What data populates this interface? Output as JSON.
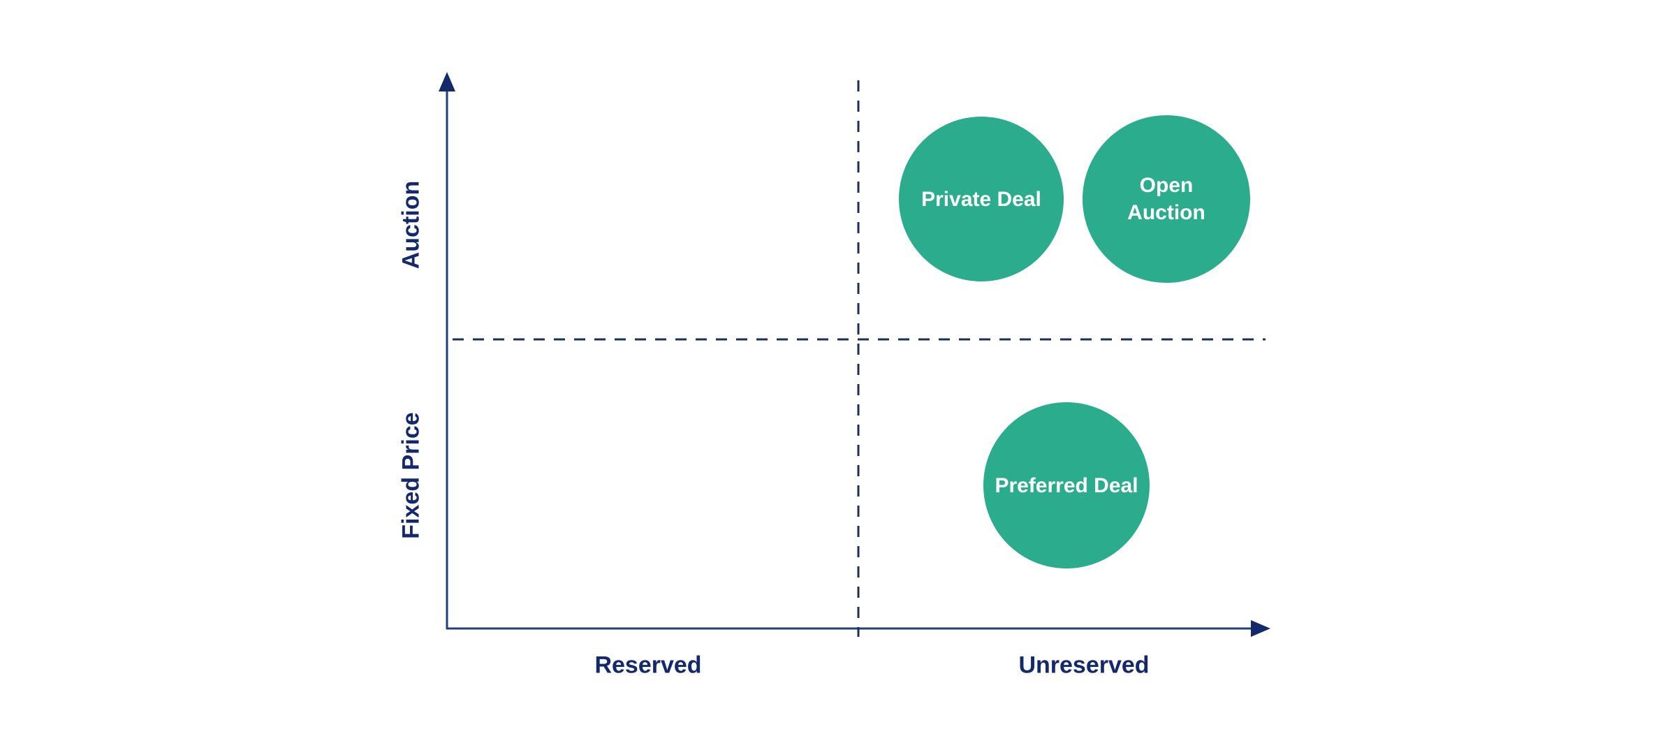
{
  "diagram": {
    "type": "quadrant-diagram",
    "x_axis": {
      "left_label": "Reserved",
      "right_label": "Unreserved"
    },
    "y_axis": {
      "top_label": "Auction",
      "bottom_label": "Fixed Price"
    },
    "bubbles": [
      {
        "label": "Private Deal",
        "quadrant": "top-right",
        "x_category": "Unreserved",
        "y_category": "Auction"
      },
      {
        "label": "Open\nAuction",
        "quadrant": "top-right",
        "x_category": "Unreserved",
        "y_category": "Auction"
      },
      {
        "label": "Preferred Deal",
        "quadrant": "bottom-right",
        "x_category": "Unreserved",
        "y_category": "Fixed Price"
      }
    ],
    "colors": {
      "bubble_fill": "#2BAC8D",
      "bubble_text": "#FFFFFF",
      "axis_line": "#20407C",
      "dashed_line": "#1B3059",
      "label_text": "#14296B",
      "background": "#FFFFFF"
    }
  }
}
